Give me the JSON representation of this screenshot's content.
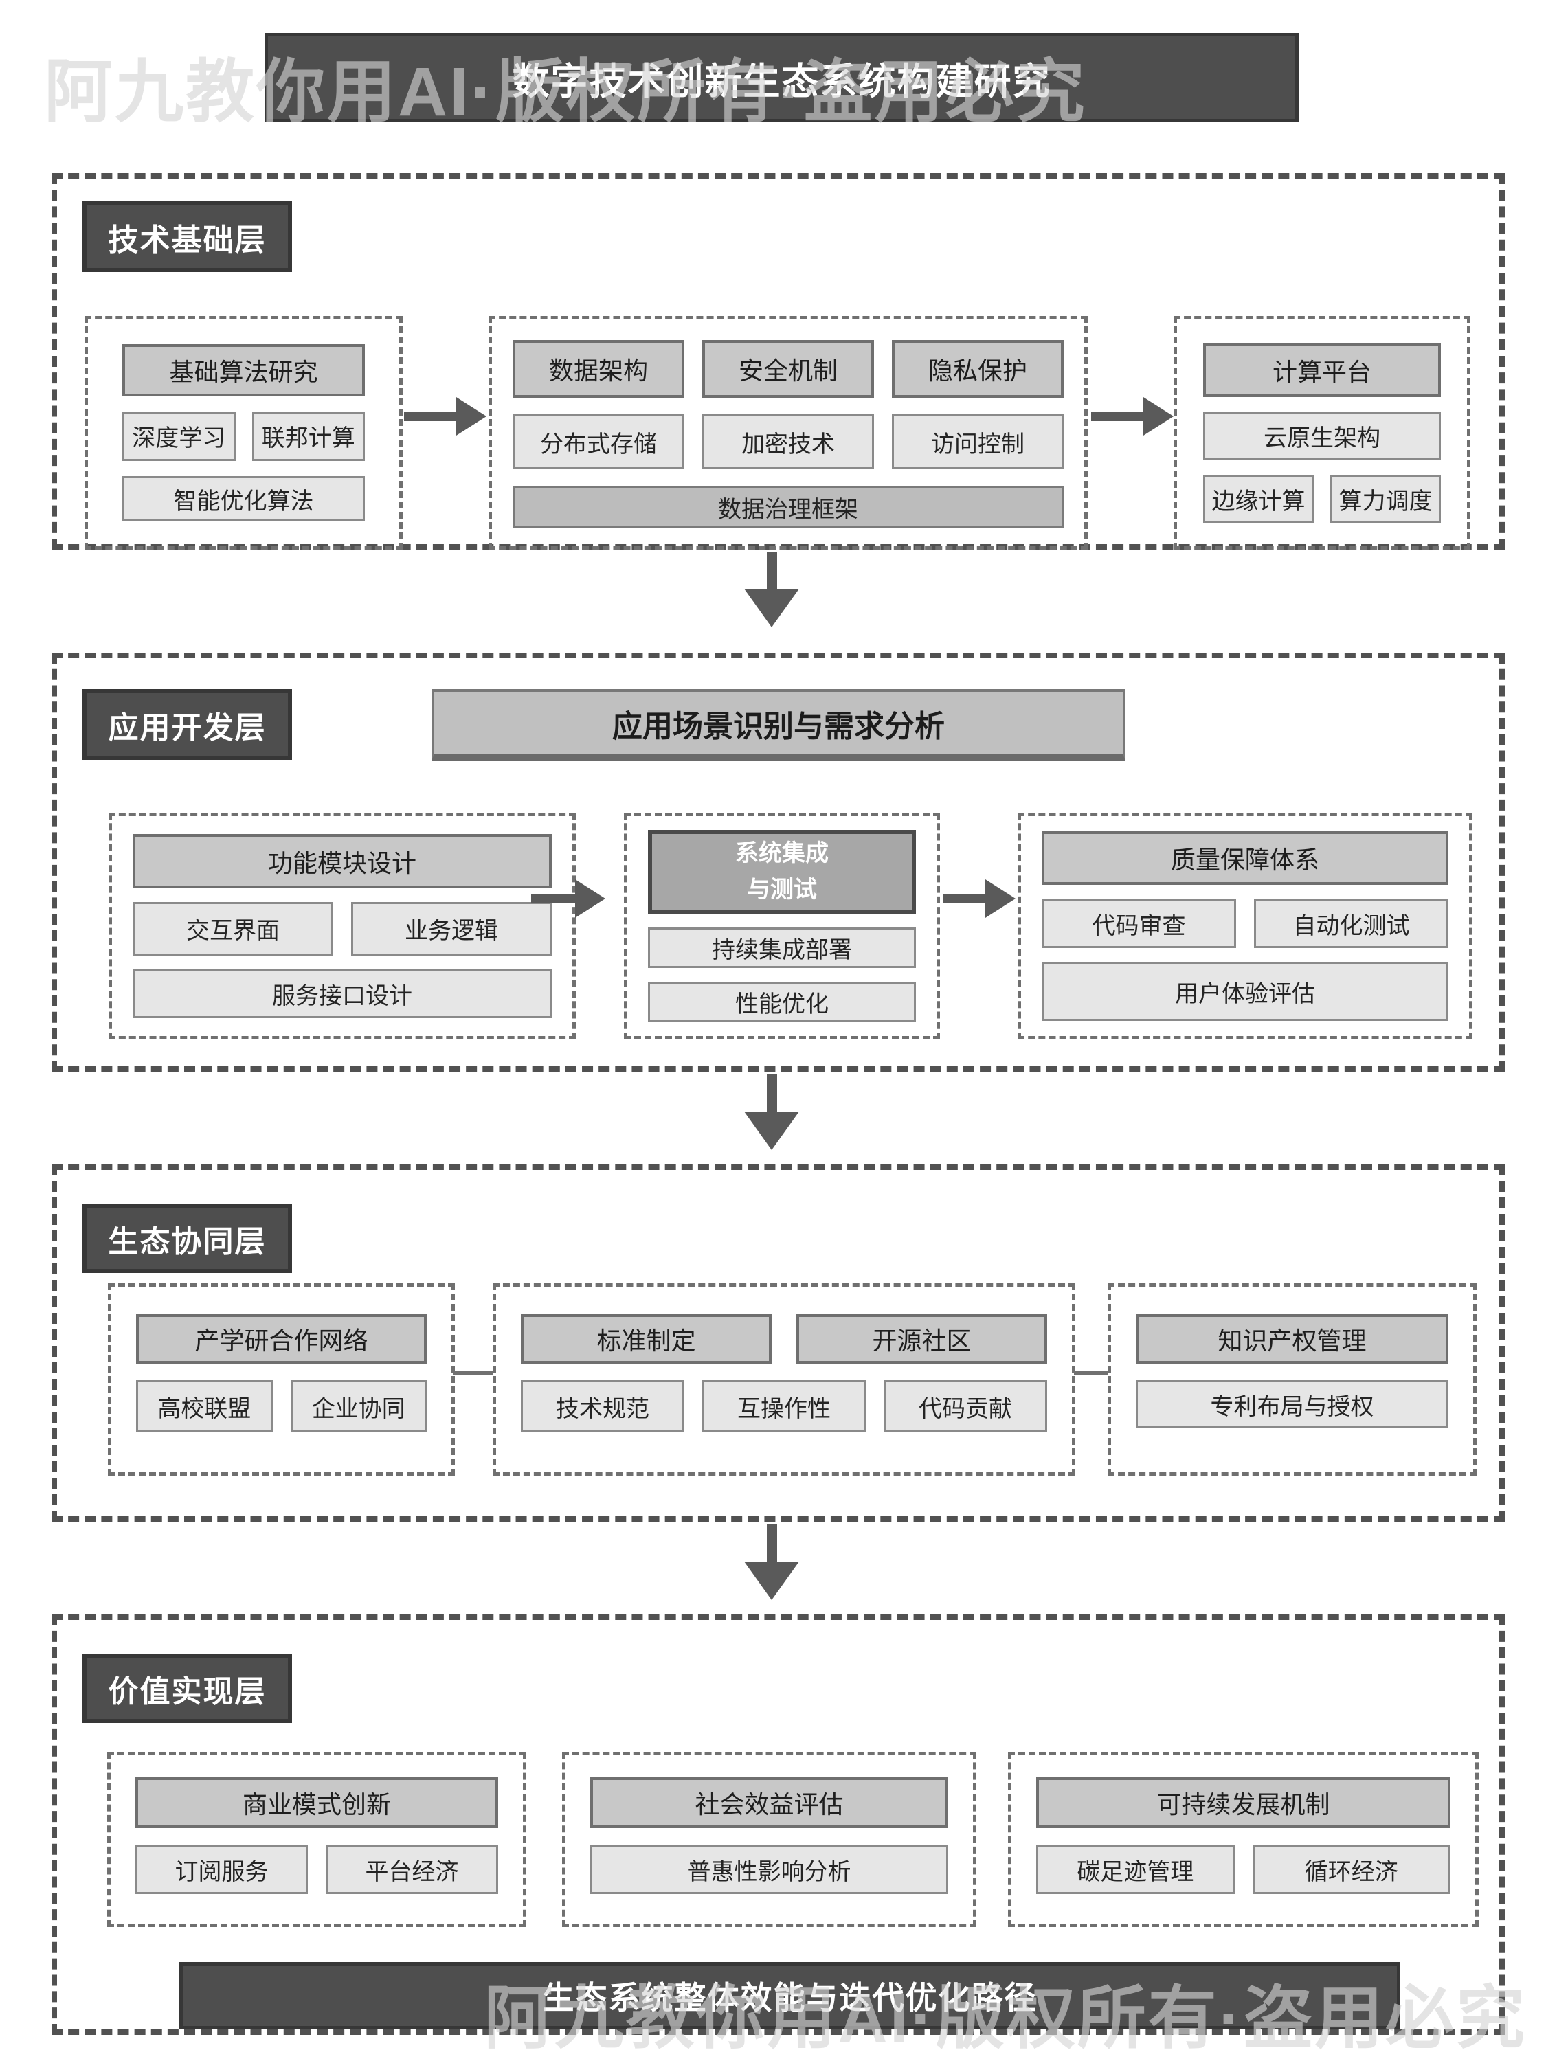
{
  "title": "数字技术创新生态系统构建研究",
  "watermark": "阿九教你用AI·版权所有·盗用必究",
  "colors": {
    "dark_bar": "#4e4e4e",
    "group_header": "#c8c8c8",
    "leaf": "#e6e6e6",
    "mid_band": "#bcbcbc",
    "integration_header": "#a7a7a7",
    "dashed_border": "#515151",
    "arrow": "#5a5a5a"
  },
  "layer1": {
    "label": "技术基础层",
    "algorithms": {
      "header": "基础算法研究",
      "items": [
        "深度学习",
        "联邦计算"
      ],
      "wide": "智能优化算法"
    },
    "data_security": {
      "headers": [
        "数据架构",
        "安全机制",
        "隐私保护"
      ],
      "items": [
        "分布式存储",
        "加密技术",
        "访问控制"
      ],
      "footer": "数据治理框架"
    },
    "platform": {
      "header": "计算平台",
      "wide": "云原生架构",
      "items": [
        "边缘计算",
        "算力调度"
      ]
    }
  },
  "layer2": {
    "label": "应用开发层",
    "scenario_bar": "应用场景识别与需求分析",
    "modules": {
      "header": "功能模块设计",
      "items": [
        "交互界面",
        "业务逻辑"
      ],
      "wide": "服务接口设计"
    },
    "integration": {
      "header_line1": "系统集成",
      "header_line2": "与测试",
      "items": [
        "持续集成部署",
        "性能优化"
      ]
    },
    "quality": {
      "header": "质量保障体系",
      "items": [
        "代码审查",
        "自动化测试"
      ],
      "wide": "用户体验评估"
    }
  },
  "layer3": {
    "label": "生态协同层",
    "cooperation": {
      "header": "产学研合作网络",
      "items": [
        "高校联盟",
        "企业协同"
      ]
    },
    "standards_community": {
      "headers": [
        "标准制定",
        "开源社区"
      ],
      "items": [
        "技术规范",
        "互操作性",
        "代码贡献"
      ]
    },
    "ip": {
      "header": "知识产权管理",
      "wide": "专利布局与授权"
    }
  },
  "layer4": {
    "label": "价值实现层",
    "business": {
      "header": "商业模式创新",
      "items": [
        "订阅服务",
        "平台经济"
      ]
    },
    "social": {
      "header": "社会效益评估",
      "wide": "普惠性影响分析"
    },
    "sustainability": {
      "header": "可持续发展机制",
      "items": [
        "碳足迹管理",
        "循环经济"
      ]
    },
    "banner": "生态系统整体效能与迭代优化路径"
  }
}
